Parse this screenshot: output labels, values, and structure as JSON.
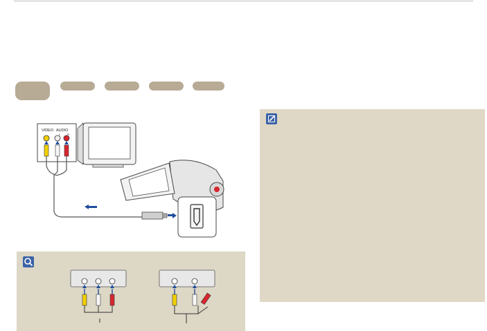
{
  "panel": {
    "video_label": "VIDEO",
    "audio_label": "AUDIO",
    "left_label": "L",
    "right_label": "R"
  },
  "steps": [
    {
      "name": "step-1"
    },
    {
      "name": "step-2"
    },
    {
      "name": "step-3"
    },
    {
      "name": "step-4"
    },
    {
      "name": "step-5"
    }
  ],
  "icons": {
    "tip": "magnifier-icon",
    "note": "pencil-note-icon"
  },
  "colors": {
    "step_pill": "#b8ab95",
    "tip_bg": "#ddd7c6",
    "note_bg": "#e0d8c6",
    "icon_blue": "#3b63a8",
    "arrow_blue": "#1f4e9c",
    "plug_yellow": "#f2d000",
    "plug_red": "#d8262f"
  }
}
